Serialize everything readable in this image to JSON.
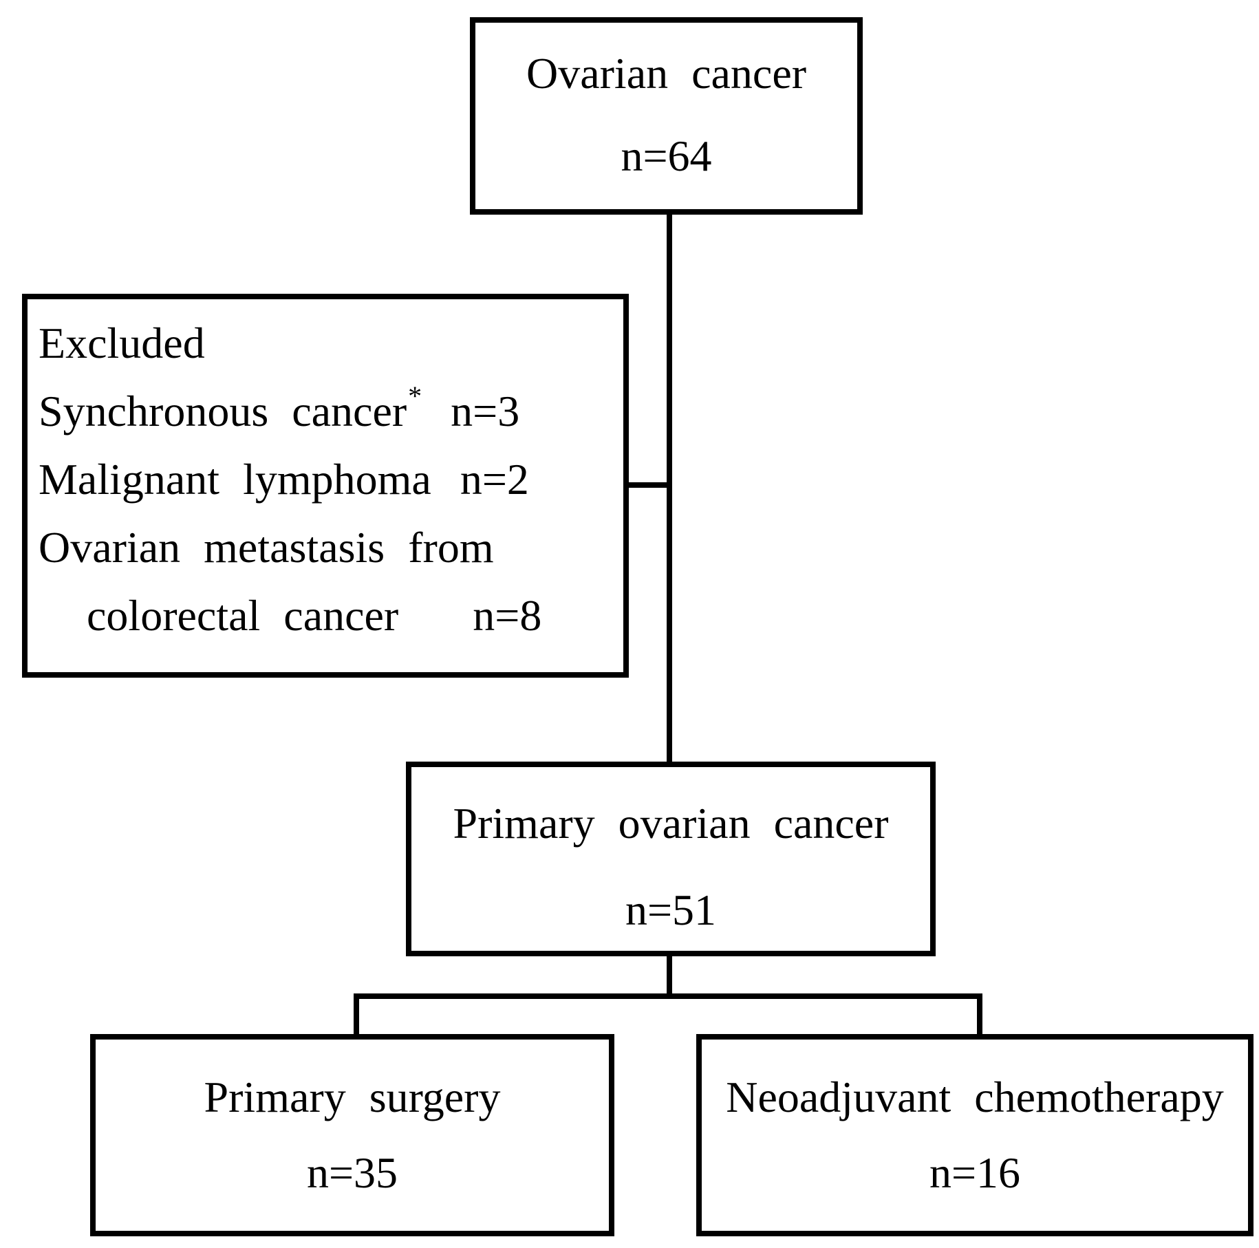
{
  "colors": {
    "ink": "#000000",
    "paper": "#ffffff"
  },
  "boxes": {
    "ovarian": {
      "title": "Ovarian cancer",
      "count": "n=64"
    },
    "excluded": {
      "title": "Excluded",
      "items": [
        {
          "label": "Synchronous cancer",
          "sup": "*",
          "count": "n=3"
        },
        {
          "label": "Malignant lymphoma",
          "sup": "",
          "count": "n=2"
        },
        {
          "label": "Ovarian metastasis from",
          "sup": "",
          "count": ""
        },
        {
          "label": "colorectal cancer",
          "sup": "",
          "count": "n=8"
        }
      ]
    },
    "primary": {
      "title": "Primary ovarian cancer",
      "count": "n=51"
    },
    "surgery": {
      "title": "Primary surgery",
      "count": "n=35"
    },
    "neoadjuvant": {
      "title": "Neoadjuvant chemotherapy",
      "count": "n=16"
    }
  }
}
